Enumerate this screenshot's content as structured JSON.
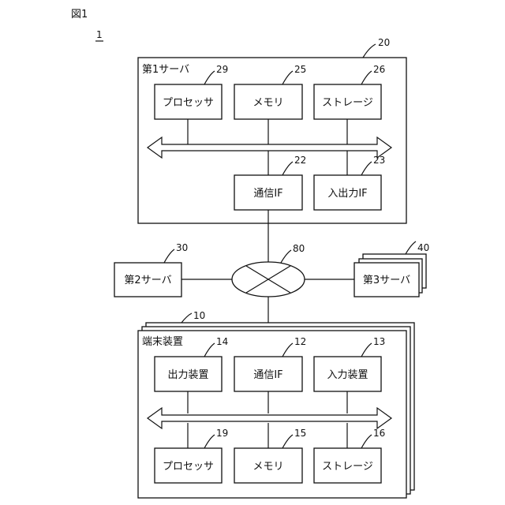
{
  "figure": {
    "title": "図1",
    "system_ref": "1"
  },
  "first_server": {
    "label": "第1サーバ",
    "ref": "20",
    "processor": {
      "label": "プロセッサ",
      "ref": "29"
    },
    "memory": {
      "label": "メモリ",
      "ref": "25"
    },
    "storage": {
      "label": "ストレージ",
      "ref": "26"
    },
    "comm_if": {
      "label": "通信IF",
      "ref": "22"
    },
    "io_if": {
      "label": "入出力IF",
      "ref": "23"
    }
  },
  "second_server": {
    "label": "第2サーバ",
    "ref": "30"
  },
  "network": {
    "ref": "80"
  },
  "third_server": {
    "label": "第3サーバ",
    "ref": "40"
  },
  "terminal": {
    "label": "端末装置",
    "ref": "10",
    "output_device": {
      "label": "出力装置",
      "ref": "14"
    },
    "comm_if": {
      "label": "通信IF",
      "ref": "12"
    },
    "input_device": {
      "label": "入力装置",
      "ref": "13"
    },
    "processor": {
      "label": "プロセッサ",
      "ref": "19"
    },
    "memory": {
      "label": "メモリ",
      "ref": "15"
    },
    "storage": {
      "label": "ストレージ",
      "ref": "16"
    }
  }
}
